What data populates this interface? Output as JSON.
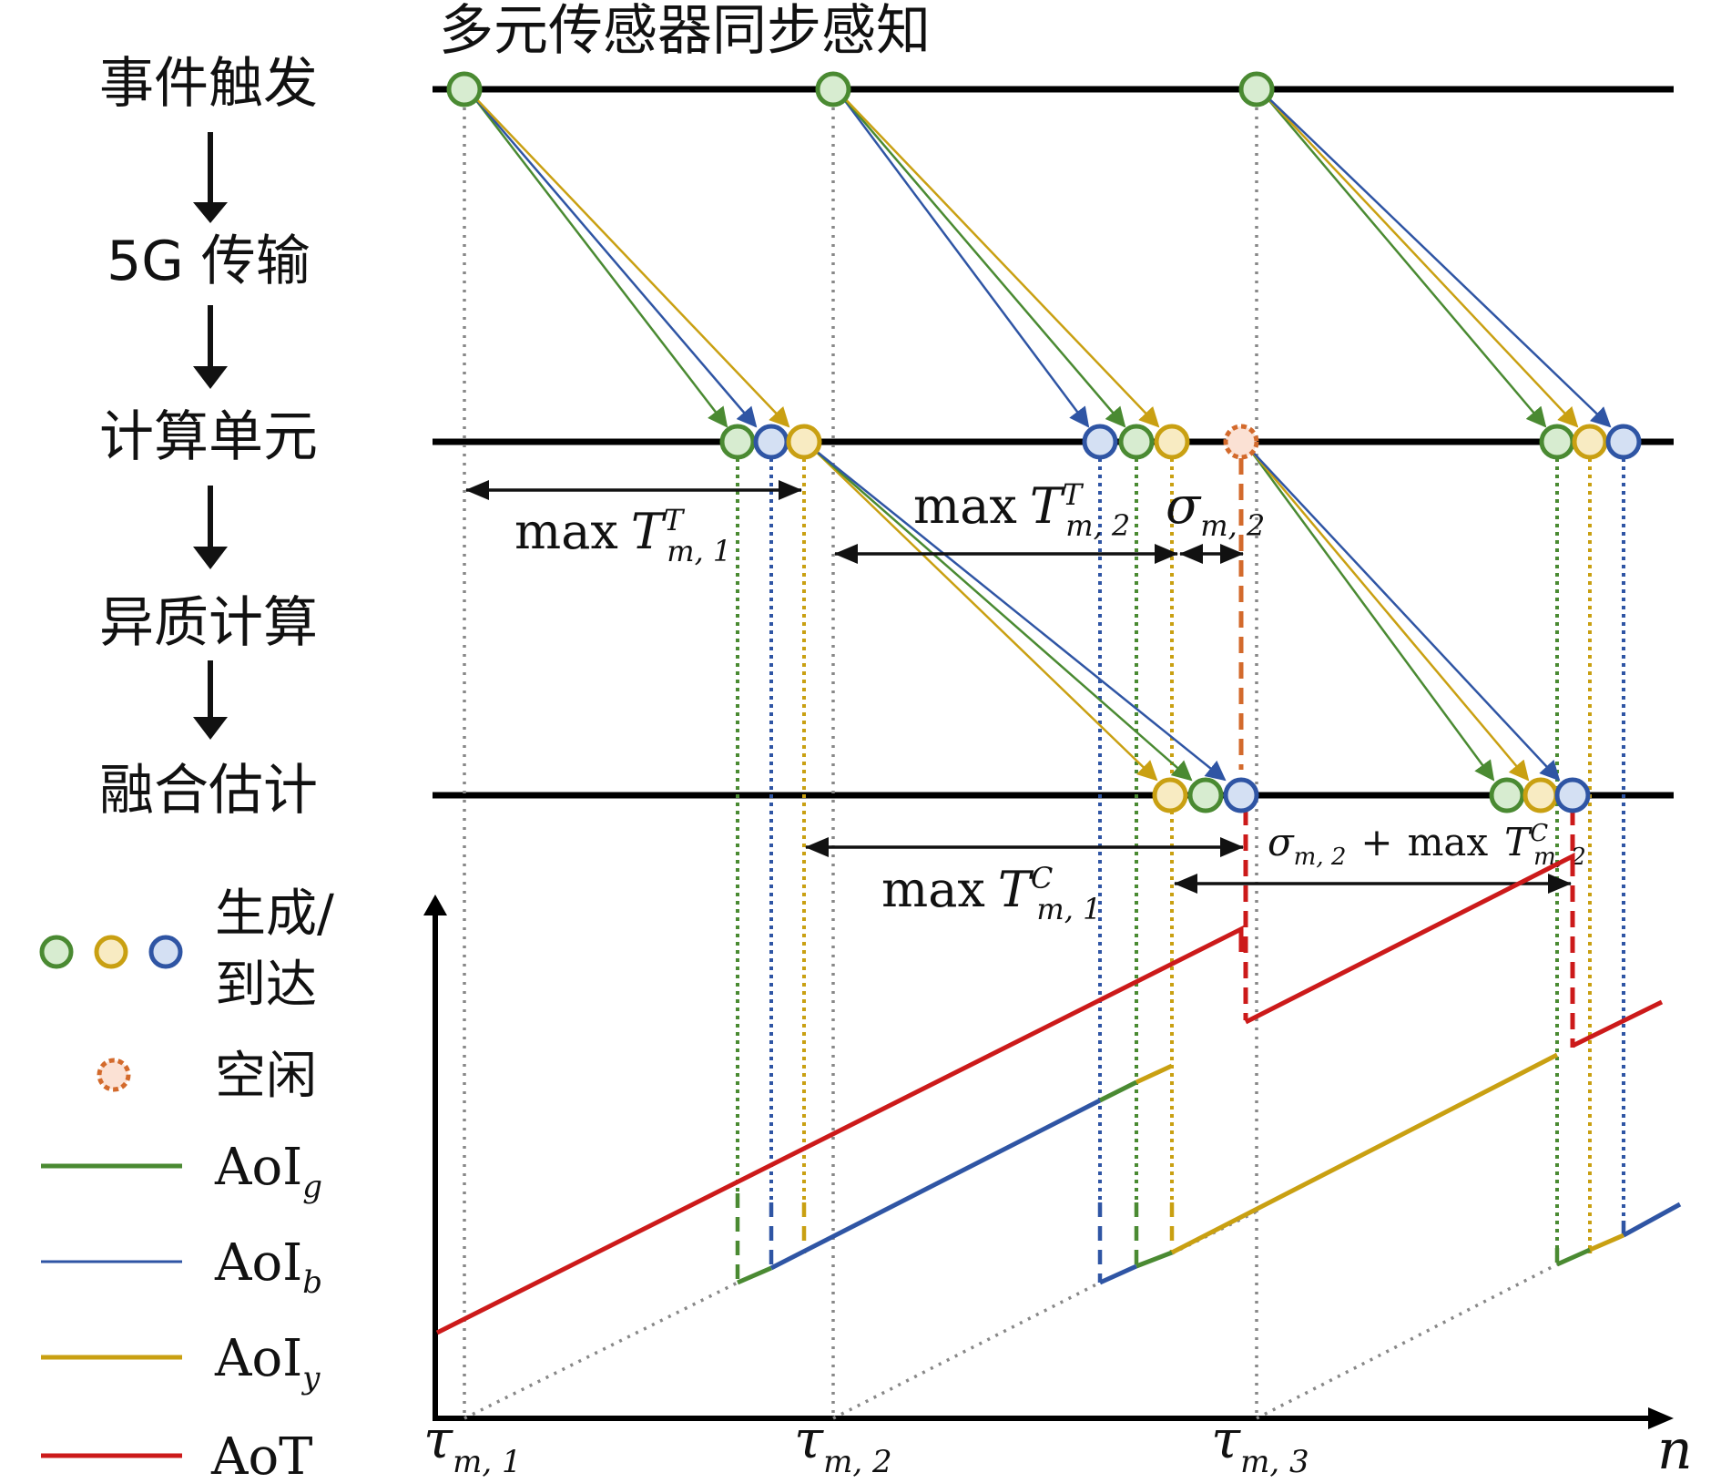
{
  "title": "多元传感器同步感知",
  "stages": [
    "事件触发",
    "5G 传输",
    "计算单元",
    "异质计算",
    "融合估计"
  ],
  "annotations": {
    "max_TT_1": {
      "op": "max",
      "sym": "T",
      "sup": "T",
      "sub": "m, 1"
    },
    "max_TT_2": {
      "op": "max",
      "sym": "T",
      "sup": "T",
      "sub": "m, 2"
    },
    "sigma_2": {
      "sym": "σ",
      "sub": "m, 2"
    },
    "max_TC_1": {
      "op": "max",
      "sym": "T",
      "sup": "C",
      "sub": "m, 1"
    },
    "sigma_plus_max": {
      "sym": "σ",
      "sub": "m, 2",
      "plus": "+",
      "op": "max",
      "sym2": "T",
      "sup2": "C",
      "sub2": "m, 2"
    }
  },
  "axis": {
    "ticks": [
      {
        "sym": "τ",
        "sub": "m, 1"
      },
      {
        "sym": "τ",
        "sub": "m, 2"
      },
      {
        "sym": "τ",
        "sub": "m, 3"
      }
    ],
    "xlabel": "n"
  },
  "legend": {
    "generate_label_line1": "生成/",
    "generate_label_line2": "到达",
    "idle_label": "空闲",
    "lines": [
      {
        "base": "AoI",
        "sub": "g",
        "color": "#4a8a32"
      },
      {
        "base": "AoI",
        "sub": "b",
        "color": "#2f55a4"
      },
      {
        "base": "AoI",
        "sub": "y",
        "color": "#c9a012"
      },
      {
        "base": "AoT",
        "sub": "",
        "color": "#cc1a1a"
      }
    ]
  },
  "colors": {
    "green_fill": "#d7ecd0",
    "green_stroke": "#4a8a32",
    "blue_fill": "#d4e0f3",
    "blue_stroke": "#2f55a4",
    "yellow_fill": "#f8ebc2",
    "yellow_stroke": "#c9a012",
    "idle_fill": "#fbe1d4",
    "idle_stroke": "#d36a2c",
    "red": "#cc1a1a",
    "grid_dotted": "#888888"
  }
}
